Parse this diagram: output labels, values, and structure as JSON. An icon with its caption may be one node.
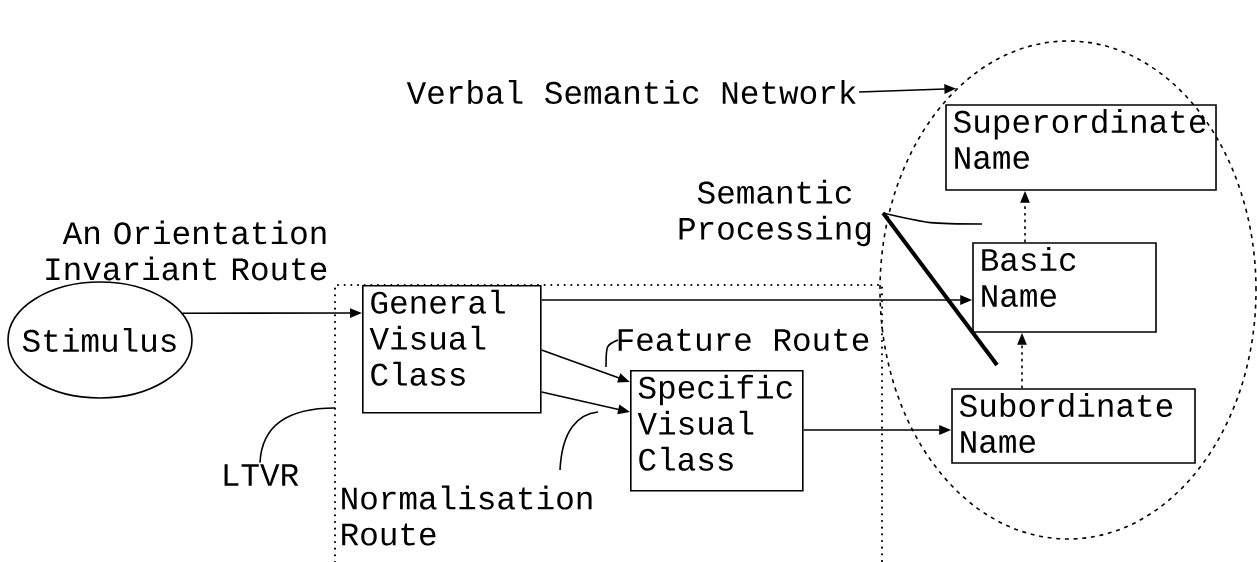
{
  "diagram": {
    "nodes": [
      {
        "text": [
          "Stimulus"
        ]
      },
      {
        "text": [],
        "shape": "box"
      },
      {
        "text": [
          "General Visual Class"
        ],
        "in": 1
      },
      {
        "text": [
          "Specific Visual Class"
        ],
        "in": 1
      },
      {
        "text": [],
        "shape": "ellipse"
      },
      {
        "text": [
          "Superordinate Name"
        ],
        "in": 4
      },
      {
        "text": [
          "Basic Name"
        ],
        "in": 4
      },
      {
        "text": [
          "Subordinate Name"
        ],
        "in": 4
      },
      {
        "text": [
          "Verbal Semantic Network"
        ]
      },
      {
        "text": [
          "Semantic Processing"
        ]
      },
      {
        "text": [
          "LTVR"
        ]
      }
    ],
    "edges": [
      {
        "from": 0,
        "to": 2,
        "arrow": "to",
        "label": "An Orientation Invariant Route"
      },
      {
        "from": 2,
        "to": 6,
        "arrow": "to"
      },
      {
        "from": 2,
        "to": 3,
        "arrow": "to",
        "label": "Feature Route"
      },
      {
        "from": 2,
        "to": 3,
        "arrow": "to",
        "label": "Normalisation Route"
      },
      {
        "from": 3,
        "to": 7,
        "arrow": "to"
      },
      {
        "from": 7,
        "to": 6,
        "arrow": "to",
        "style": "dashed"
      },
      {
        "from": 6,
        "to": 5,
        "arrow": "to",
        "style": "dashed"
      },
      {
        "from": 8,
        "to": 4,
        "arrow": "to"
      },
      {
        "from": 9,
        "to": null,
        "arrow": "none"
      },
      {
        "from": 9,
        "to": null,
        "arrow": "none",
        "style": "thick"
      },
      {
        "from": 10,
        "to": 1,
        "arrow": "none"
      }
    ]
  }
}
